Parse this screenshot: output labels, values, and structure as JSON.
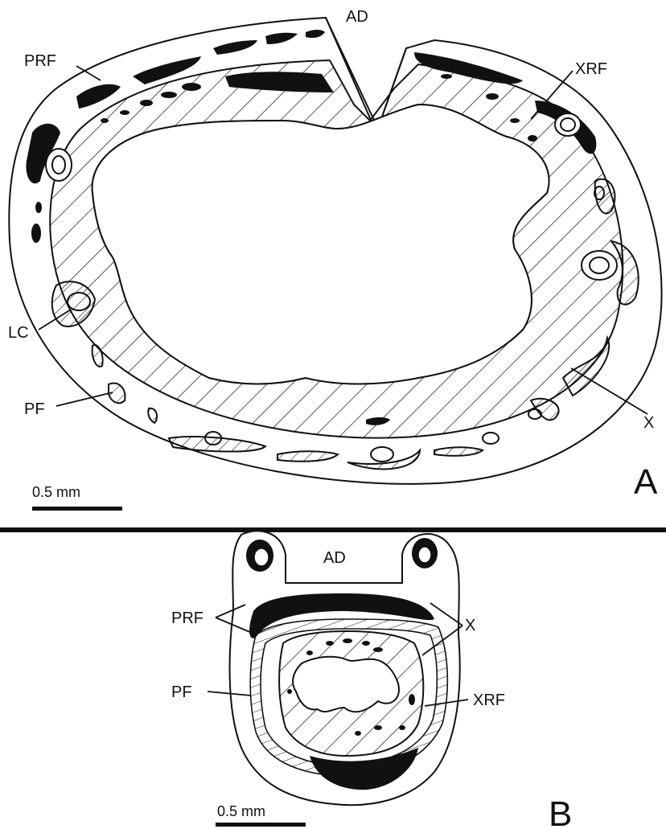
{
  "panel_a": {
    "letter": "A",
    "labels": {
      "ad": "AD",
      "prf": "PRF",
      "xrf": "XRF",
      "lc": "LC",
      "pf": "PF",
      "x": "X"
    },
    "scale_label": "0.5 mm"
  },
  "panel_b": {
    "letter": "B",
    "labels": {
      "ad": "AD",
      "prf": "PRF",
      "x": "X",
      "pf": "PF",
      "xrf": "XRF"
    },
    "scale_label": "0.5 mm"
  },
  "colors": {
    "ink": "#111111",
    "fill_black": "#111111",
    "paper": "#ffffff"
  }
}
